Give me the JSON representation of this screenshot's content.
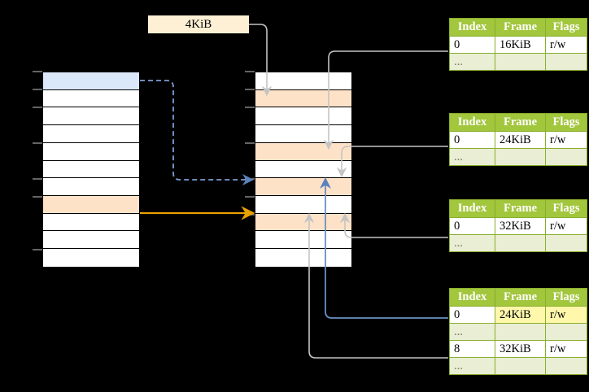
{
  "diagram": {
    "title_label": "4KiB",
    "label_box": {
      "text": "4KiB",
      "bg": "#fdf0d5"
    },
    "colors": {
      "header_green": "#a2c63c",
      "alt_row_green": "#e9eed4",
      "highlight_yellow": "#fff8ab",
      "peach_row": "#fde2c8",
      "blue_row": "#dbe8fa",
      "orange_arrow": "#e8a100",
      "blue_arrow": "#6b8fc4",
      "gray_arrow": "#c9c9c9",
      "background": "#000000"
    },
    "left_column": {
      "name": "virtual-address-space",
      "row_count": 11,
      "rows": [
        {
          "index": 0,
          "fill": "blue"
        },
        {
          "index": 1,
          "fill": "white"
        },
        {
          "index": 2,
          "fill": "white"
        },
        {
          "index": 3,
          "fill": "white"
        },
        {
          "index": 4,
          "fill": "white"
        },
        {
          "index": 5,
          "fill": "white"
        },
        {
          "index": 6,
          "fill": "white"
        },
        {
          "index": 7,
          "fill": "peach"
        },
        {
          "index": 8,
          "fill": "white"
        },
        {
          "index": 9,
          "fill": "white"
        },
        {
          "index": 10,
          "fill": "white"
        }
      ]
    },
    "middle_column": {
      "name": "physical-memory",
      "row_count": 11,
      "rows": [
        {
          "index": 0,
          "fill": "white"
        },
        {
          "index": 1,
          "fill": "peach"
        },
        {
          "index": 2,
          "fill": "white"
        },
        {
          "index": 3,
          "fill": "white"
        },
        {
          "index": 4,
          "fill": "peach"
        },
        {
          "index": 5,
          "fill": "white"
        },
        {
          "index": 6,
          "fill": "peach"
        },
        {
          "index": 7,
          "fill": "white"
        },
        {
          "index": 8,
          "fill": "peach"
        },
        {
          "index": 9,
          "fill": "white"
        },
        {
          "index": 10,
          "fill": "white"
        }
      ]
    },
    "tables": [
      {
        "name": "page-table-1",
        "headers": [
          "Index",
          "Frame",
          "Flags"
        ],
        "rows": [
          {
            "cells": [
              "0",
              "16KiB",
              "r/w"
            ],
            "alt": false,
            "highlight": [
              false,
              false,
              false
            ]
          },
          {
            "cells": [
              "...",
              "",
              ""
            ],
            "alt": true,
            "highlight": [
              false,
              false,
              false
            ]
          }
        ]
      },
      {
        "name": "page-table-2",
        "headers": [
          "Index",
          "Frame",
          "Flags"
        ],
        "rows": [
          {
            "cells": [
              "0",
              "24KiB",
              "r/w"
            ],
            "alt": false,
            "highlight": [
              false,
              false,
              false
            ]
          },
          {
            "cells": [
              "...",
              "",
              ""
            ],
            "alt": true,
            "highlight": [
              false,
              false,
              false
            ]
          }
        ]
      },
      {
        "name": "page-table-3",
        "headers": [
          "Index",
          "Frame",
          "Flags"
        ],
        "rows": [
          {
            "cells": [
              "0",
              "32KiB",
              "r/w"
            ],
            "alt": false,
            "highlight": [
              false,
              false,
              false
            ]
          },
          {
            "cells": [
              "...",
              "",
              ""
            ],
            "alt": true,
            "highlight": [
              false,
              false,
              false
            ]
          }
        ]
      },
      {
        "name": "page-table-4",
        "headers": [
          "Index",
          "Frame",
          "Flags"
        ],
        "rows": [
          {
            "cells": [
              "0",
              "24KiB",
              "r/w"
            ],
            "alt": false,
            "highlight": [
              false,
              true,
              true
            ]
          },
          {
            "cells": [
              "...",
              "",
              ""
            ],
            "alt": true,
            "highlight": [
              false,
              false,
              false
            ]
          },
          {
            "cells": [
              "8",
              "32KiB",
              "r/w"
            ],
            "alt": false,
            "highlight": [
              false,
              false,
              false
            ]
          },
          {
            "cells": [
              "...",
              "",
              ""
            ],
            "alt": true,
            "highlight": [
              false,
              false,
              false
            ]
          }
        ]
      }
    ]
  }
}
